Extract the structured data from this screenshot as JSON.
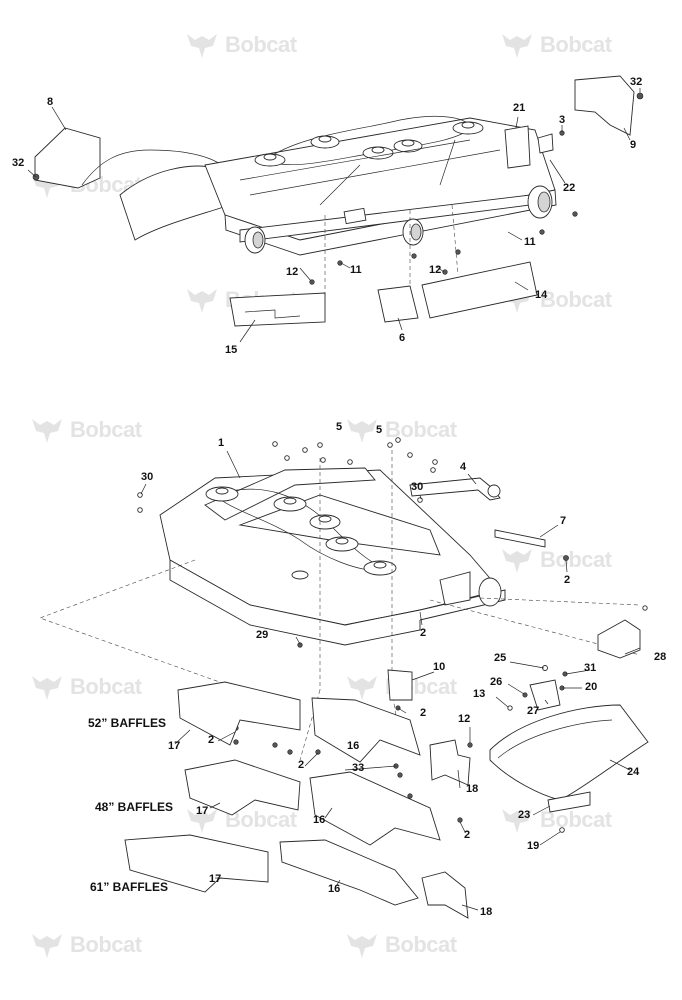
{
  "brand": {
    "watermark_text": "Bobcat",
    "watermark_mark": "."
  },
  "groups": {
    "b52": "52” BAFFLES",
    "b48": "48” BAFFLES",
    "b61": "61” BAFFLES"
  },
  "callouts": {
    "c8": "8",
    "c32a": "32",
    "c32b": "32",
    "c21": "21",
    "c3": "3",
    "c9": "9",
    "c22": "22",
    "c11a": "11",
    "c11b": "11",
    "c12a": "12",
    "c12b": "12",
    "c14": "14",
    "c15": "15",
    "c6": "6",
    "c1": "1",
    "c5a": "5",
    "c5b": "5",
    "c4": "4",
    "c30a": "30",
    "c30b": "30",
    "c7": "7",
    "c2a": "2",
    "c2b": "2",
    "c29": "29",
    "c10": "10",
    "c25": "25",
    "c31": "31",
    "c28": "28",
    "c26": "26",
    "c20": "20",
    "c13": "13",
    "c27": "27",
    "c2c": "2",
    "c12c": "12",
    "c17a": "17",
    "c2d": "2",
    "c16a": "16",
    "c2e": "2",
    "c33": "33",
    "c18a": "18",
    "c24": "24",
    "c17b": "17",
    "c16b": "16",
    "c2f": "2",
    "c23": "23",
    "c19": "19",
    "c17c": "17",
    "c16c": "16",
    "c18b": "18"
  }
}
